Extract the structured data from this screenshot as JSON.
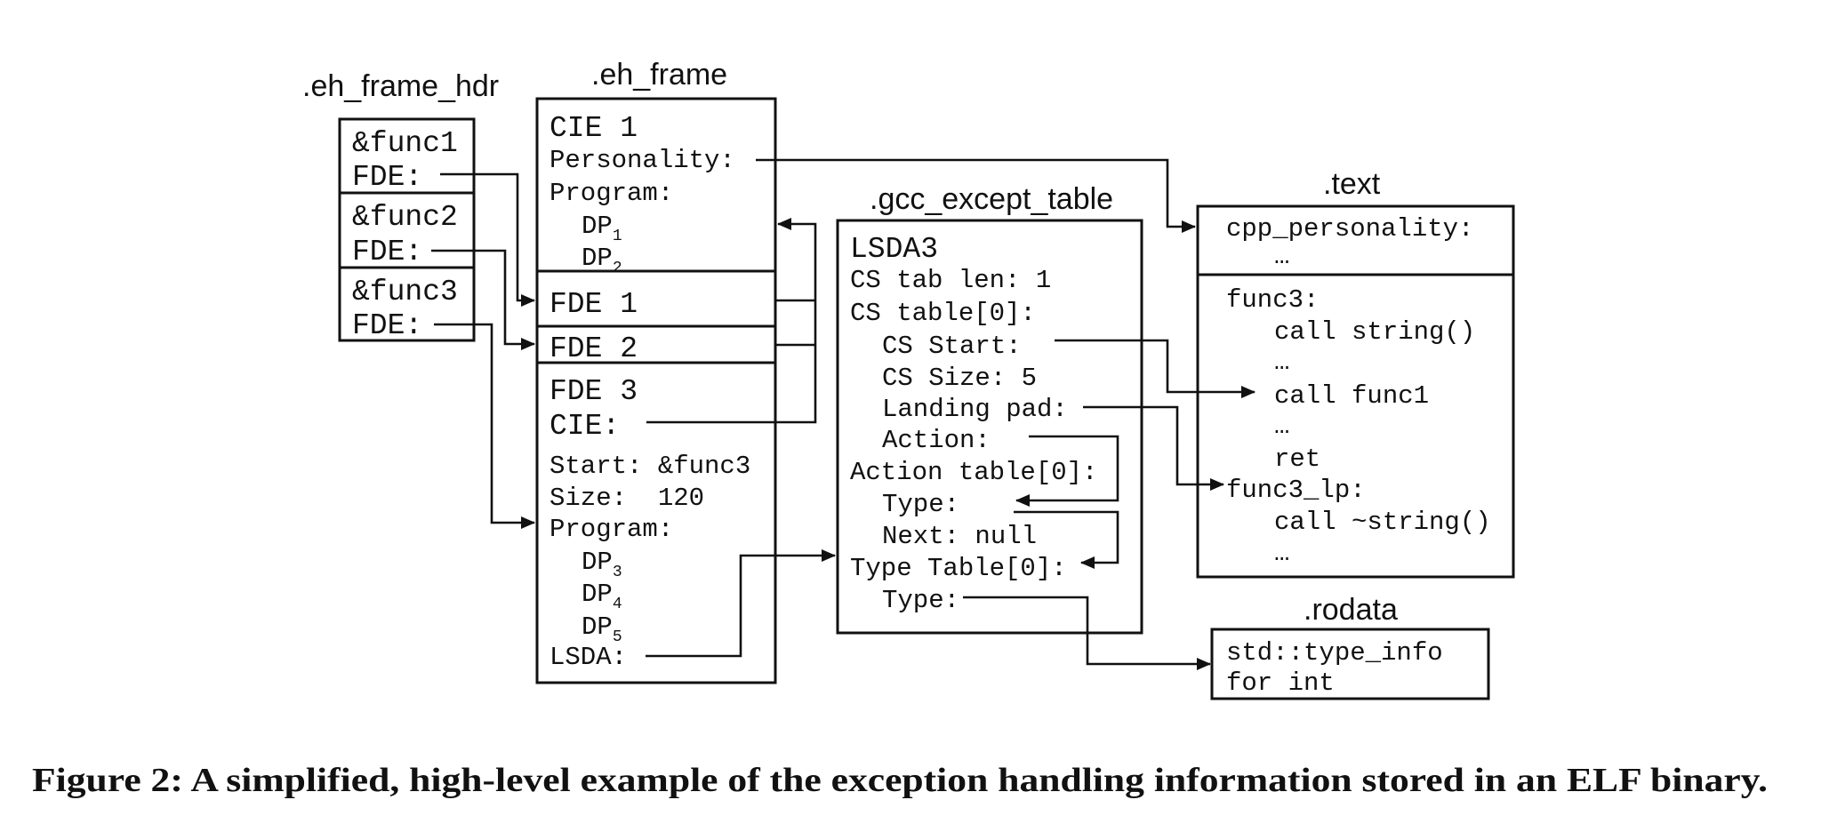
{
  "sections": {
    "eh_frame_hdr": {
      "title": ".eh_frame_hdr",
      "entries": [
        {
          "func": "&func1",
          "fde": "FDE:"
        },
        {
          "func": "&func2",
          "fde": "FDE:"
        },
        {
          "func": "&func3",
          "fde": "FDE:"
        }
      ]
    },
    "eh_frame": {
      "title": ".eh_frame",
      "cie": {
        "heading": "CIE 1",
        "personality": "Personality:",
        "program": "Program:",
        "dp1": "DP",
        "dp1_sub": "1",
        "dp2": "DP",
        "dp2_sub": "2"
      },
      "fde1": "FDE 1",
      "fde2": "FDE 2",
      "fde3": {
        "heading": "FDE 3",
        "cie": "CIE:",
        "start": "Start: &func3",
        "size": "Size:  120",
        "program": "Program:",
        "dp3": "DP",
        "dp3_sub": "3",
        "dp4": "DP",
        "dp4_sub": "4",
        "dp5": "DP",
        "dp5_sub": "5",
        "lsda": "LSDA:"
      }
    },
    "gcc_except_table": {
      "title": ".gcc_except_table",
      "lines": [
        "LSDA3",
        "CS tab len: 1",
        "CS table[0]:",
        "CS Start:",
        "CS Size: 5",
        "Landing pad:",
        "Action:",
        "Action table[0]:",
        "Type:",
        "Next: null",
        "Type Table[0]:",
        "Type:"
      ]
    },
    "text": {
      "title": ".text",
      "top_lines": [
        "cpp_personality:",
        "…"
      ],
      "lines": [
        "func3:",
        "call string()",
        "…",
        "call func1",
        "…",
        "ret",
        "func3_lp:",
        "call ~string()",
        "…"
      ]
    },
    "rodata": {
      "title": ".rodata",
      "lines": [
        "std::type_info",
        "for int"
      ]
    }
  },
  "caption": "Figure 2: A simplified, high-level example of the exception handling information stored in an ELF binary."
}
